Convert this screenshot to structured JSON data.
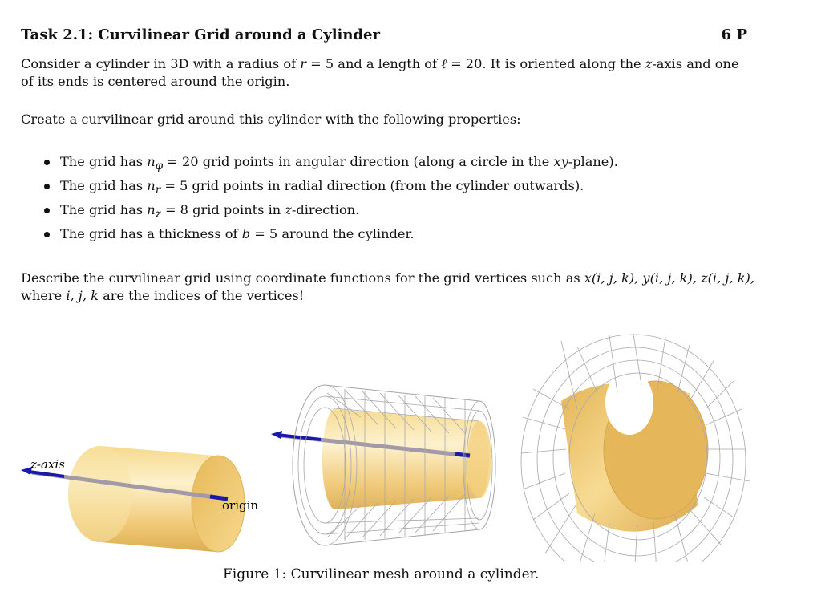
{
  "task": {
    "title": "Task 2.1: Curvilinear Grid around a Cylinder",
    "points": "6 P"
  },
  "intro": {
    "line1_before_r": "Consider a cylinder in 3D with a radius of ",
    "r_sym": "r",
    "r_val": " = 5 and a length of ",
    "l_sym": "ℓ",
    "l_val": " = 20. It is oriented along the ",
    "z_sym": "z",
    "line1_after": "-axis and one",
    "line2": "of its ends is centered around the origin."
  },
  "create": "Create a curvilinear grid around this cylinder with the following properties:",
  "properties": [
    {
      "pre": "The grid has ",
      "sym": "n",
      "sub": "φ",
      "post": " = 20 grid points in angular direction (along a circle in the ",
      "sym2": "xy",
      "post2": "-plane)."
    },
    {
      "pre": "The grid has ",
      "sym": "n",
      "sub": "r",
      "post": " = 5 grid points in radial direction (from the cylinder outwards).",
      "sym2": "",
      "post2": ""
    },
    {
      "pre": "The grid has ",
      "sym": "n",
      "sub": "z",
      "post": " = 8 grid points in ",
      "sym2": "z",
      "post2": "-direction."
    },
    {
      "pre": "The grid has a thickness of ",
      "sym": "b",
      "sub": "",
      "post": " = 5 around the cylinder.",
      "sym2": "",
      "post2": ""
    }
  ],
  "describe": {
    "line1": "Describe the curvilinear grid using coordinate functions for the grid vertices such as ",
    "f1": "x(i, j, k), y(i, j, k), z(i, j, k),",
    "line2_pre": "where ",
    "ijk": "i, j, k",
    "line2_post": " are the indices of the vertices!"
  },
  "figure": {
    "label_zaxis": "z-axis",
    "label_origin": "origin",
    "caption": "Figure 1: Curvilinear mesh around a cylinder."
  },
  "colors": {
    "cylinder_light": "#fbe9b8",
    "cylinder_mid": "#f2c86e",
    "cylinder_dark": "#d9a94a",
    "axis_blue": "#1a1aa8",
    "axis_gray": "#a29aa6",
    "mesh": "#9a9a9a"
  }
}
